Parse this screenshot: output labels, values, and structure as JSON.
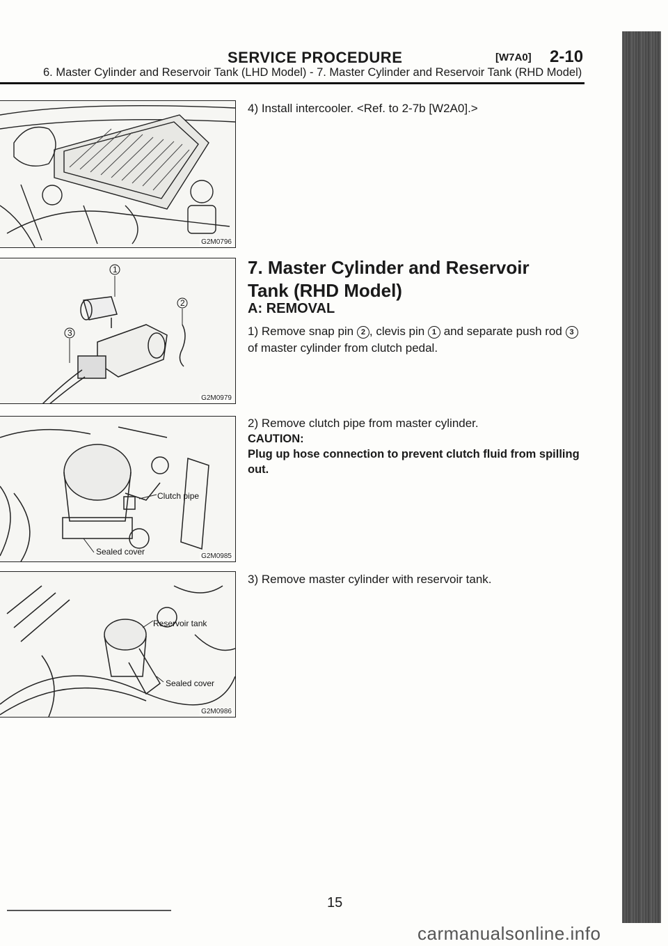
{
  "header": {
    "title": "SERVICE PROCEDURE",
    "code": "[W7A0]",
    "page_ref": "2-10",
    "subtitle": "6. Master Cylinder and Reservoir Tank (LHD Model) - 7. Master Cylinder and Reservoir Tank (RHD Model)"
  },
  "figures": [
    {
      "code": "G2M0796"
    },
    {
      "code": "G2M0979",
      "callouts": [
        "1",
        "2",
        "3"
      ]
    },
    {
      "code": "G2M0985",
      "labels": [
        "Clutch pipe",
        "Sealed cover"
      ]
    },
    {
      "code": "G2M0986",
      "labels": [
        "Reservoir tank",
        "Sealed cover"
      ]
    }
  ],
  "content": {
    "step4": "4) Install intercooler. <Ref. to 2-7b [W2A0].>",
    "section_title": "7. Master Cylinder and Reservoir Tank (RHD Model)",
    "subsection": "A: REMOVAL",
    "step1": {
      "a": "1) Remove snap pin ",
      "n2": "2",
      "b": ", clevis pin ",
      "n1": "1",
      "c": " and separate push rod ",
      "n3": "3",
      "d": " of master cylinder from clutch pedal."
    },
    "step2": "2) Remove clutch pipe from master cylinder.",
    "caution_label": "CAUTION:",
    "caution_text": "Plug up hose connection to prevent clutch fluid from spilling out.",
    "step3": "3) Remove master cylinder with reservoir tank."
  },
  "footer": {
    "page_number": "15",
    "watermark": "carmanualsonline.info"
  }
}
